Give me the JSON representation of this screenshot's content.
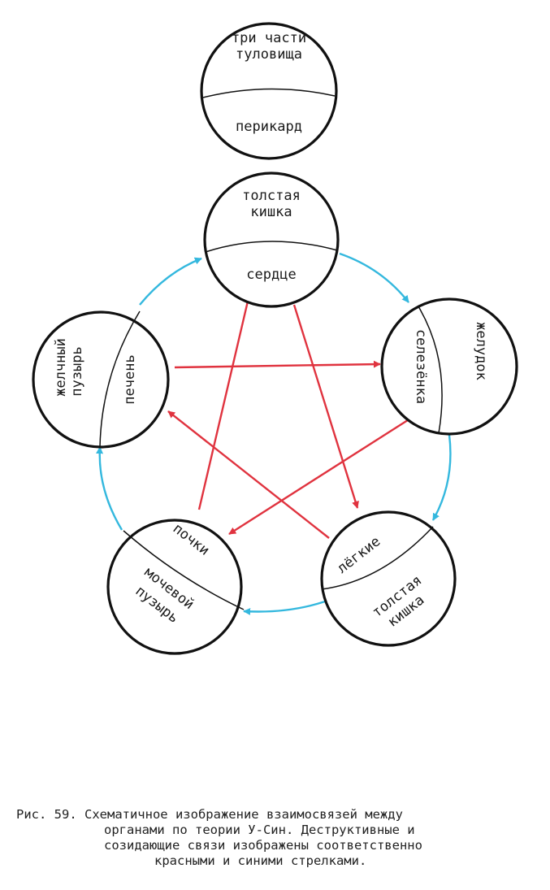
{
  "colors": {
    "destructive": "#e0333f",
    "constructive": "#34b8de",
    "outline": "#111111"
  },
  "nodes": {
    "pericardium": {
      "upper": [
        "три части",
        "туловища"
      ],
      "lower": [
        "перикард"
      ]
    },
    "heart": {
      "upper": [
        "толстая",
        "кишка"
      ],
      "lower": [
        "сердце"
      ]
    },
    "spleen": {
      "outer": [
        "желудок"
      ],
      "inner": [
        "селезёнка"
      ]
    },
    "lungs": {
      "inner": [
        "лёгкие"
      ],
      "outer": [
        "толстая",
        "кишка"
      ]
    },
    "kidneys": {
      "inner": [
        "почки"
      ],
      "outer": [
        "мочевой",
        "пузырь"
      ]
    },
    "liver": {
      "outer": [
        "желчный",
        "пузырь"
      ],
      "inner": [
        "печень"
      ]
    }
  },
  "caption": {
    "line1": "Рис. 59. Схематичное изображение взаимосвязей между",
    "line2": "органами по теории У-Син. Деструктивные и",
    "line3": "созидающие связи изображены соответственно",
    "line4": "красными и синими стрелками."
  }
}
